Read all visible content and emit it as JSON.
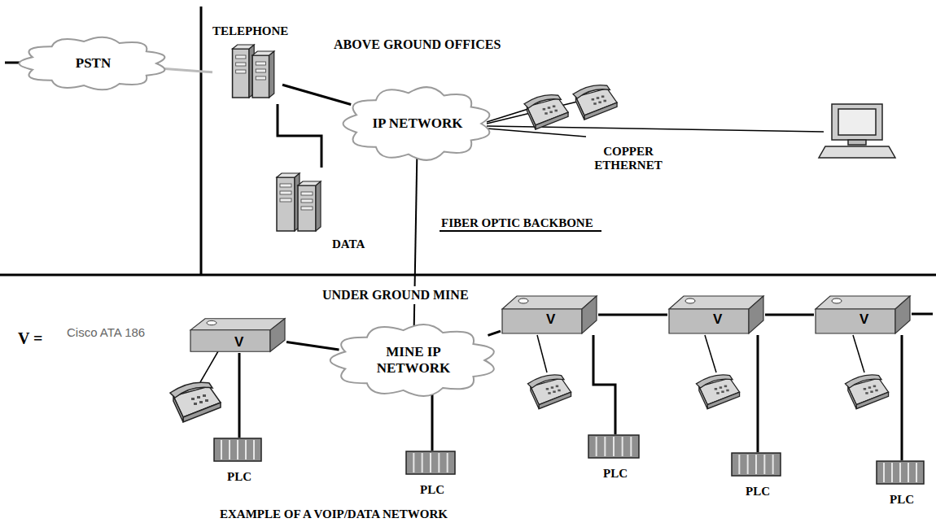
{
  "diagram": {
    "caption": "EXAMPLE OF A VOIP/DATA NETWORK",
    "nodes": [
      {
        "text": [
          "PSTN"
        ]
      },
      {
        "text": [
          "TELEPHONE"
        ]
      },
      {
        "text": [
          "IP NETWORK"
        ]
      },
      {
        "text": [
          "DATA"
        ]
      },
      {
        "text": [
          "V"
        ]
      },
      {
        "text": [
          "MINE IP NETWORK"
        ]
      },
      {
        "text": [
          "V"
        ]
      },
      {
        "text": [
          "V"
        ]
      },
      {
        "text": [
          "V"
        ]
      },
      {
        "text": [
          "PLC"
        ]
      },
      {
        "text": [
          "PLC"
        ]
      },
      {
        "text": [
          "PLC"
        ]
      },
      {
        "text": [
          "PLC"
        ]
      },
      {
        "text": [
          "PLC"
        ]
      }
    ],
    "edges": [
      {
        "from": 0,
        "to": 1,
        "arrow": "none"
      },
      {
        "from": 1,
        "to": 2,
        "arrow": "none"
      },
      {
        "from": 1,
        "to": 3,
        "arrow": "none"
      },
      {
        "from": 2,
        "to": 5,
        "arrow": "none"
      },
      {
        "from": 4,
        "to": 5,
        "arrow": "none"
      },
      {
        "from": 5,
        "to": 6,
        "arrow": "none"
      },
      {
        "from": 6,
        "to": 7,
        "arrow": "none"
      },
      {
        "from": 7,
        "to": 8,
        "arrow": "none"
      },
      {
        "from": 4,
        "to": 9,
        "arrow": "none"
      },
      {
        "from": 5,
        "to": 10,
        "arrow": "none"
      },
      {
        "from": 6,
        "to": 11,
        "arrow": "none"
      },
      {
        "from": 7,
        "to": 12,
        "arrow": "none"
      },
      {
        "from": 8,
        "to": 13,
        "arrow": "none"
      }
    ],
    "labels": [
      "ABOVE GROUND OFFICES",
      "COPPER ETHERNET",
      "FIBER OPTIC BACKBONE",
      "UNDER GROUND MINE",
      "V =",
      "Cisco ATA 186"
    ]
  }
}
